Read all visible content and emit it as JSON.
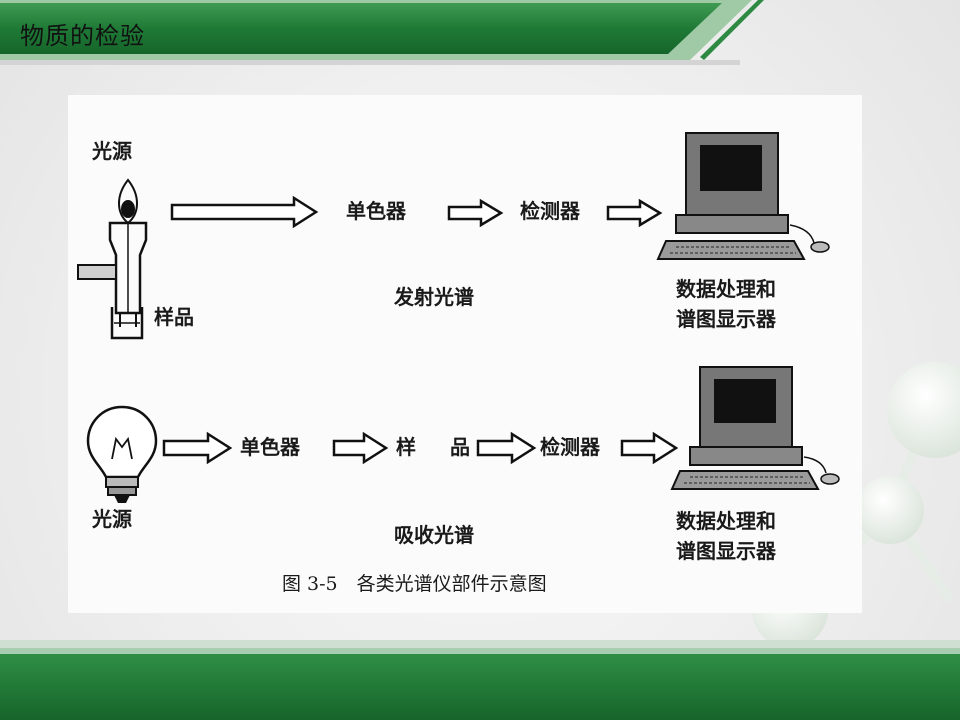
{
  "slide": {
    "title": "物质的检验"
  },
  "figure": {
    "emission": {
      "light_source": "光源",
      "sample": "样品",
      "monochromator": "单色器",
      "detector": "检测器",
      "processor_line1": "数据处理和",
      "processor_line2": "谱图显示器",
      "name": "发射光谱"
    },
    "absorption": {
      "light_source": "光源",
      "monochromator": "单色器",
      "sample_a": "样",
      "sample_b": "品",
      "detector": "检测器",
      "processor_line1": "数据处理和",
      "processor_line2": "谱图显示器",
      "name": "吸收光谱"
    },
    "caption": "图 3-5　各类光谱仪部件示意图"
  },
  "icons": {
    "flame": "flame-icon",
    "cuvette": "cuvette-icon",
    "bulb": "light-bulb-icon",
    "computer": "computer-icon",
    "arrow": "hollow-arrow-icon"
  },
  "colors": {
    "header_green": "#1f7a36",
    "footer_green": "#1c7a30",
    "panel_bg": "#fbfbfb"
  }
}
